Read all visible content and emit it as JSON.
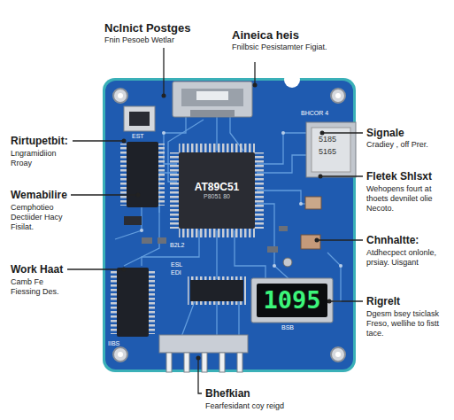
{
  "diagram": {
    "nodes": [
      {
        "text": [
          "AT89C51",
          "P8051 80"
        ]
      },
      {
        "text": [
          "1095"
        ]
      }
    ],
    "labels": [
      "Nclnict Postges",
      "Fnin Pesoeb Wetlar",
      "Aineica heis",
      "Fnilbsic Pesistamter Figiat.",
      "Rirtupetbit:",
      "Lngramidiion Rroay",
      "Wemabilire",
      "Cemphotieo Dectiider Hacy Fisilat.",
      "Work Haat",
      "Camb Fe Fiessing Des.",
      "Signale",
      "Cradiey , off Prer.",
      "Fletek Shlsxt",
      "Wehopens fourt at thoets devnilet olie Necoto.",
      "Chnhaltte:",
      "Atdhecpect onlonle, prsiay. Uisgant",
      "Rigrelt",
      "Dgesm bsey tsiclask Freso, wellihe to fistt tace.",
      "Bhefkian",
      "Fearfesidant coy reigd",
      "EST",
      "BHCOR 4",
      "5185",
      "5165",
      "B2L2",
      "ESL",
      "EDI",
      "BSB",
      "IIBS"
    ]
  }
}
